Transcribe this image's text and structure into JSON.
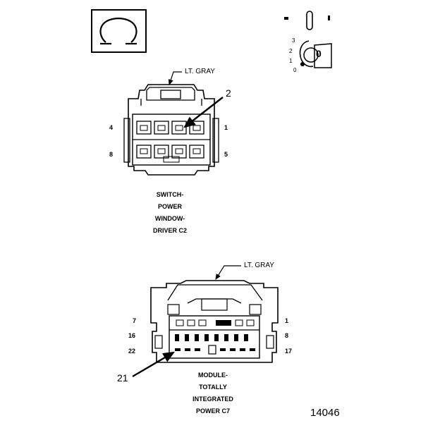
{
  "symbol": {
    "icon": "omega-icon"
  },
  "ignition": {
    "positions": [
      "3",
      "2",
      "1",
      "0"
    ],
    "key_label": "0"
  },
  "connector_c2": {
    "color_label": "LT. GRAY",
    "callout": "2",
    "pins": {
      "top_left": "4",
      "top_right": "1",
      "bottom_left": "8",
      "bottom_right": "5"
    },
    "title": [
      "SWITCH-",
      "POWER",
      "WINDOW-",
      "DRIVER C2"
    ]
  },
  "connector_c7": {
    "color_label": "LT. GRAY",
    "callout": "21",
    "pins": {
      "r1_left": "7",
      "r1_right": "1",
      "r2_left": "16",
      "r2_right": "8",
      "r3_left": "22",
      "r3_right": "17"
    },
    "title": [
      "MODULE-",
      "TOTALLY",
      "INTEGRATED",
      "POWER C7"
    ]
  },
  "figure_number": "14046"
}
